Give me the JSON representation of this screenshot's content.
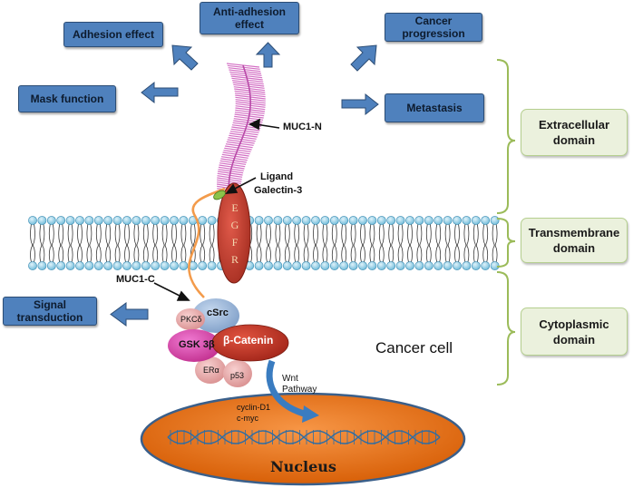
{
  "effects": {
    "adhesion": "Adhesion effect",
    "anti_adhesion": "Anti-adhesion effect",
    "cancer_progression": "Cancer progression",
    "mask_function": "Mask function",
    "metastasis": "Metastasis",
    "signal_transduction": "Signal transduction"
  },
  "domains": {
    "extracellular": "Extracellular domain",
    "transmembrane": "Transmembrane domain",
    "cytoplasmic": "Cytoplasmic domain"
  },
  "labels": {
    "muc1_n": "MUC1-N",
    "ligand": "Ligand",
    "galectin": "Galectin-3",
    "muc1_c": "MUC1-C",
    "egfr": [
      "E",
      "G",
      "F",
      "R"
    ],
    "pkc": "PKCδ",
    "csrc": "cSrc",
    "gsk": "GSK 3β",
    "catenin": "β-Catenin",
    "er": "ERα",
    "p53": "p53",
    "wnt": "Wnt",
    "pathway": "Pathway",
    "cyclin": "cyclin-D1",
    "cmyc": "c-myc",
    "cancer_cell": "Cancer cell",
    "nucleus": "Nucleus"
  },
  "colors": {
    "box_fill": "#4f81bd",
    "domain_fill": "#ebf1dd",
    "bracket": "#9bbb59",
    "membrane_head": "#9fd1e6",
    "egfr": "#c0392b",
    "muc1_n": "#d36fc4",
    "nucleus": "#e46c0a",
    "catenin": "#c0392b",
    "gsk": "#d63fa8",
    "csrc": "#95b3d7"
  }
}
